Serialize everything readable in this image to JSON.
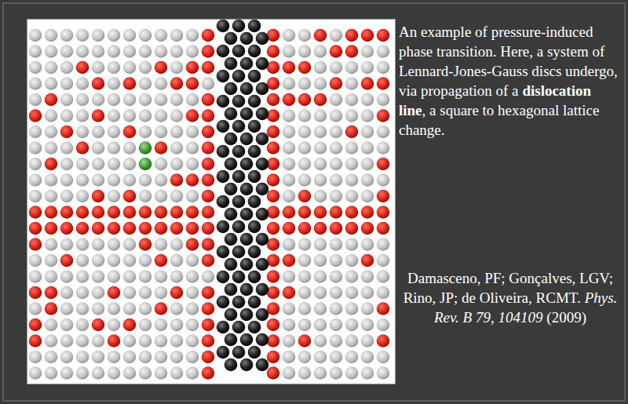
{
  "diagram": {
    "labels": [
      "An example of pressure-induced phase transition. Here, a system of Lennard-Jones-Gauss discs undergo, via propagation of a",
      "dislocation line",
      ", a square to hexagonal lattice change.",
      "Damasceno, PF; Gonçalves, LGV; Rino, JP; de Oliveira, RCMT.",
      "Phys. Rev. B 79, 104109",
      "(2009)"
    ]
  }
}
